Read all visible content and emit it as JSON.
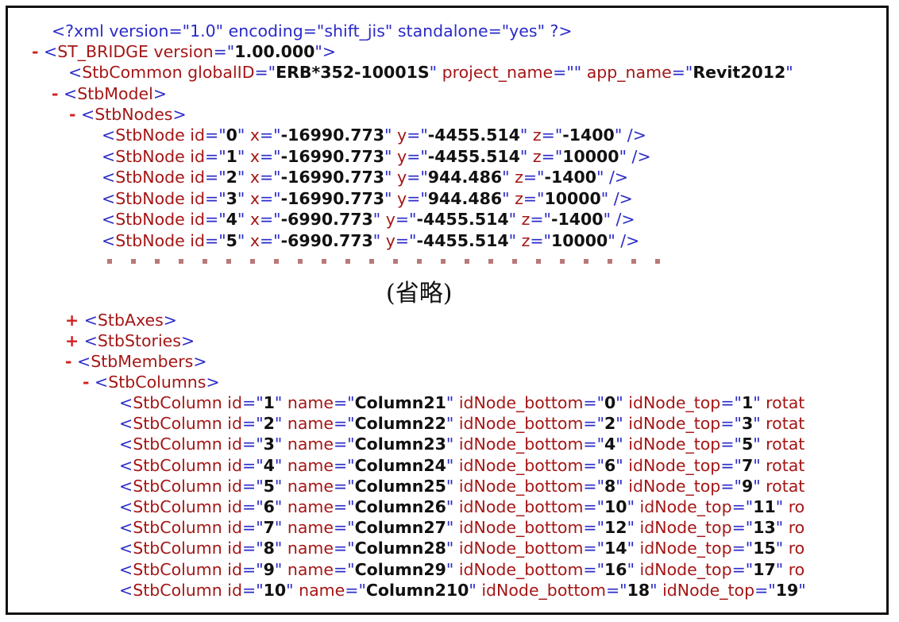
{
  "header": {
    "decl_open": "<?xml ",
    "decl_attrs": "version=\"1.0\" encoding=\"shift_jis\" standalone=\"yes\" ?>"
  },
  "toggles": {
    "minus": "-",
    "plus": "+"
  },
  "bridge": {
    "tag": "ST_BRIDGE",
    "version_attr": "version",
    "version": "1.00.000"
  },
  "common": {
    "tag": "StbCommon",
    "globalID_attr": "globalID",
    "globalID": "ERB*352-10001S",
    "project_attr": "project_name",
    "project_name": "",
    "app_attr": "app_name",
    "app_name": "Revit2012"
  },
  "model_tag": "StbModel",
  "nodes_tag": "StbNodes",
  "node_tag": "StbNode",
  "nodes": [
    {
      "id": "0",
      "x": "-16990.773",
      "y": "-4455.514",
      "z": "-1400"
    },
    {
      "id": "1",
      "x": "-16990.773",
      "y": "-4455.514",
      "z": "10000"
    },
    {
      "id": "2",
      "x": "-16990.773",
      "y": "944.486",
      "z": "-1400"
    },
    {
      "id": "3",
      "x": "-16990.773",
      "y": "944.486",
      "z": "10000"
    },
    {
      "id": "4",
      "x": "-6990.773",
      "y": "-4455.514",
      "z": "-1400"
    },
    {
      "id": "5",
      "x": "-6990.773",
      "y": "-4455.514",
      "z": "10000"
    }
  ],
  "omitted_note": "(省略)",
  "collapsed": [
    "StbAxes",
    "StbStories"
  ],
  "members_tag": "StbMembers",
  "columns_tag": "StbColumns",
  "column_tag": "StbColumn",
  "columns": [
    {
      "id": "1",
      "name": "Column21",
      "bottom": "0",
      "top": "1",
      "tail": "rotat"
    },
    {
      "id": "2",
      "name": "Column22",
      "bottom": "2",
      "top": "3",
      "tail": "rotat"
    },
    {
      "id": "3",
      "name": "Column23",
      "bottom": "4",
      "top": "5",
      "tail": "rotat"
    },
    {
      "id": "4",
      "name": "Column24",
      "bottom": "6",
      "top": "7",
      "tail": "rotat"
    },
    {
      "id": "5",
      "name": "Column25",
      "bottom": "8",
      "top": "9",
      "tail": "rotat"
    },
    {
      "id": "6",
      "name": "Column26",
      "bottom": "10",
      "top": "11",
      "tail": "ro"
    },
    {
      "id": "7",
      "name": "Column27",
      "bottom": "12",
      "top": "13",
      "tail": "ro"
    },
    {
      "id": "8",
      "name": "Column28",
      "bottom": "14",
      "top": "15",
      "tail": "ro"
    },
    {
      "id": "9",
      "name": "Column29",
      "bottom": "16",
      "top": "17",
      "tail": "ro"
    },
    {
      "id": "10",
      "name": "Column210",
      "bottom": "18",
      "top": "19",
      "tail": ""
    }
  ]
}
